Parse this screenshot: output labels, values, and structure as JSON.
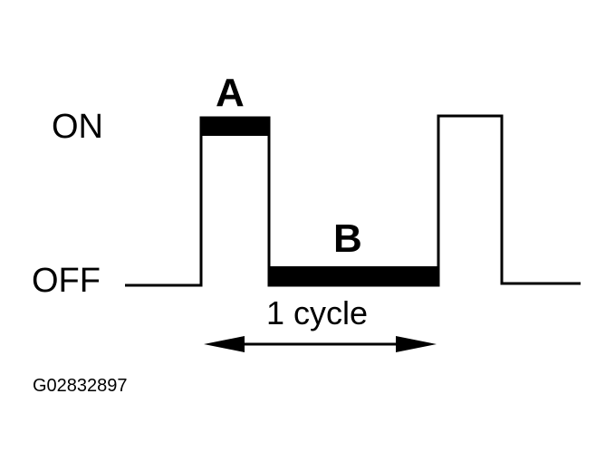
{
  "labels": {
    "on": "ON",
    "off": "OFF",
    "segment_a": "A",
    "segment_b": "B",
    "cycle": "1 cycle",
    "figure_id": "G02832897"
  },
  "colors": {
    "stroke": "#000000",
    "background": "#ffffff"
  }
}
